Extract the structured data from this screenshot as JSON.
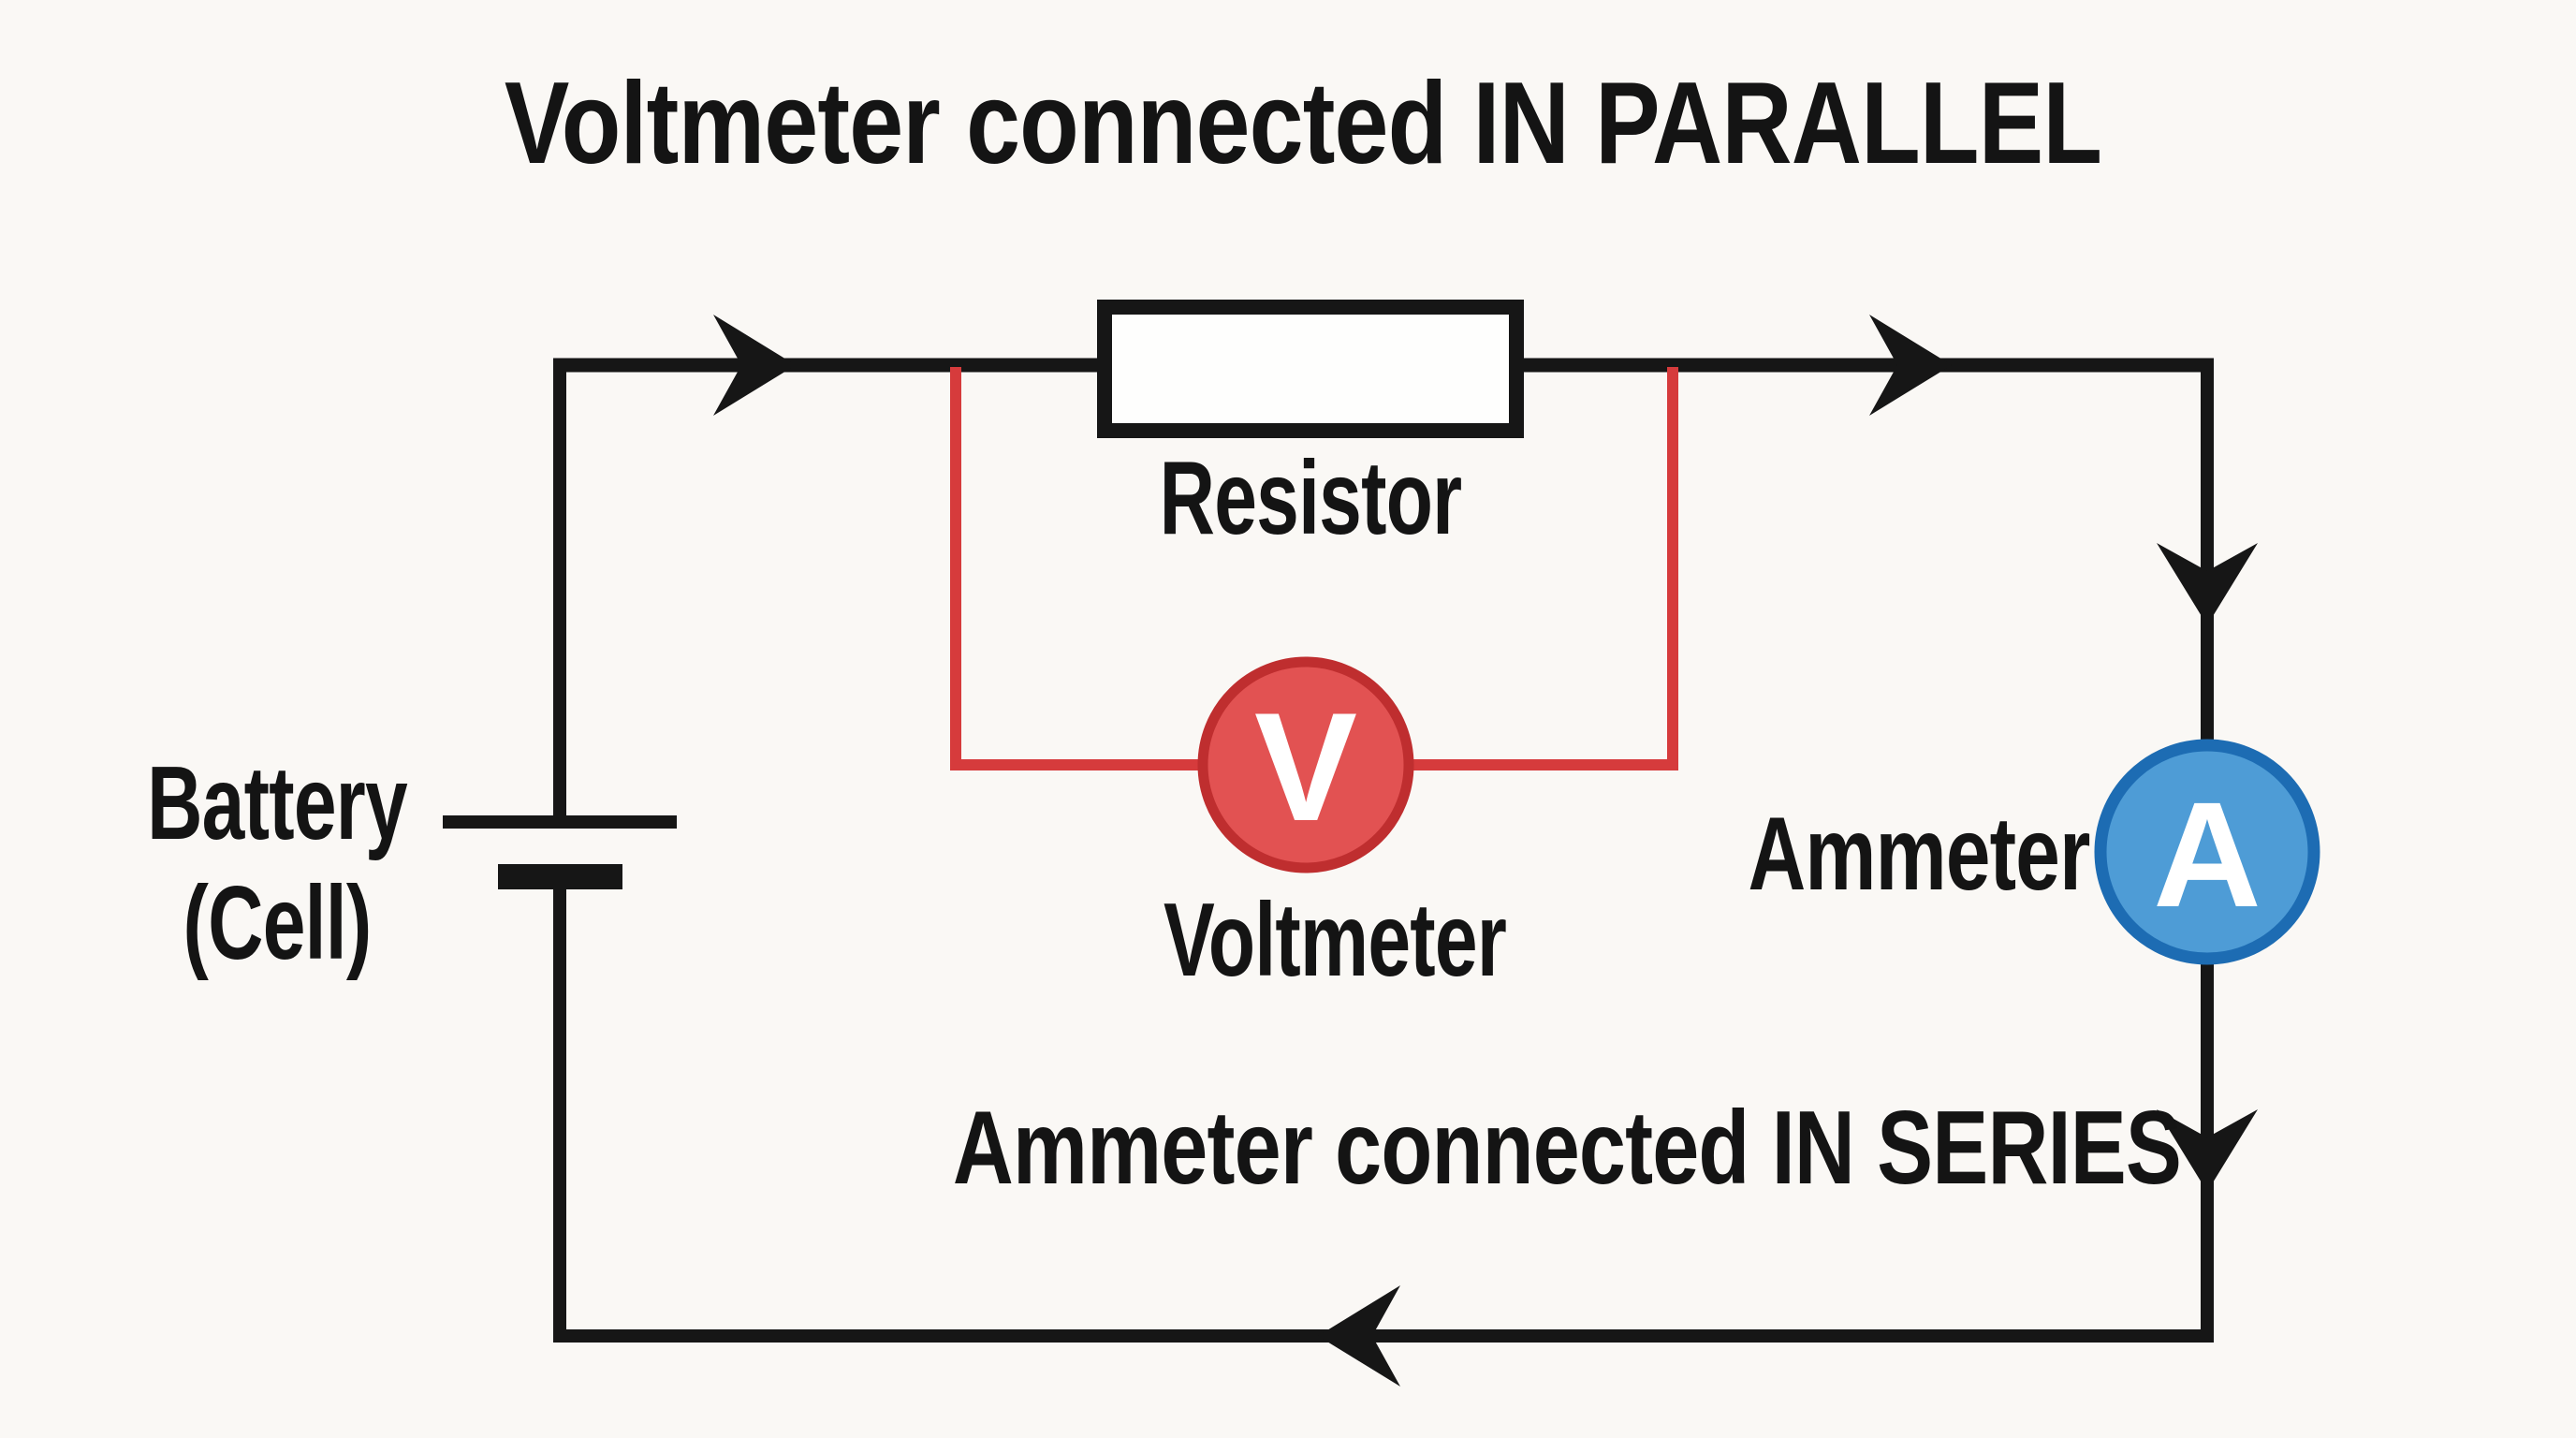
{
  "title": "Voltmeter connected IN PARALLEL",
  "circuit": {
    "battery": {
      "label_line1": "Battery",
      "label_line2": "(Cell)"
    },
    "resistor": {
      "label": "Resistor"
    },
    "voltmeter": {
      "label": "Voltmeter",
      "symbol": "V"
    },
    "ammeter": {
      "label": "Ammeter",
      "symbol": "A"
    },
    "series_note": "Ammeter connected IN SERIES"
  },
  "colors": {
    "background": "#FAF8F5",
    "wire_black": "#161616",
    "parallel_branch_red": "#D63B3C",
    "voltmeter_fill": "#E25252",
    "voltmeter_border": "#BF2E2F",
    "ammeter_fill": "#4E9CD6",
    "ammeter_border": "#1D6CB3",
    "meter_letter": "#FFFFFF",
    "resistor_fill": "#FEFEFD"
  }
}
